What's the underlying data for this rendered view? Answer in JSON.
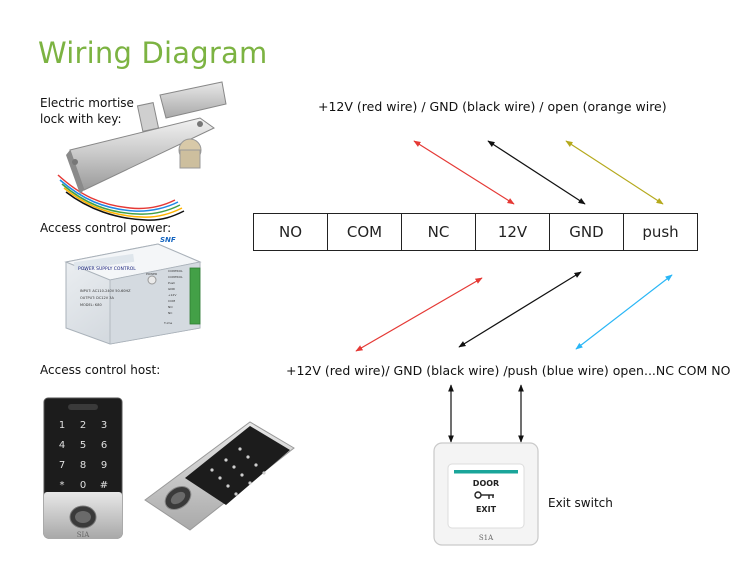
{
  "title": "Wiring Diagram",
  "labels": {
    "lock": "Electric mortise lock with key:",
    "power": "Access control power:",
    "host": "Access control host:",
    "exit_switch": "Exit switch"
  },
  "captions": {
    "top": "+12V (red wire) / GND (black wire) / open (orange wire)",
    "bottom": "+12V (red wire)/ GND (black wire) /push (blue wire) open...NC COM NO"
  },
  "terminals": [
    "NO",
    "COM",
    "NC",
    "12V",
    "GND",
    "push"
  ],
  "power_supply": {
    "brand": "SNF",
    "panel_title": "POWER SUPPLY CONTROL",
    "specs": [
      "INPUT: AC110-240V 50-60HZ",
      "OUTPUT: DC12V 3A",
      "MODEL: K80"
    ],
    "terminal_labels": [
      "CONTROL",
      "CONTROL",
      "Push",
      "GND",
      "+12V",
      "COM",
      "NO",
      "NC"
    ],
    "power_label": "POWER",
    "time_label": "T-ime"
  },
  "keypad": {
    "keys": [
      "1",
      "2",
      "3",
      "4",
      "5",
      "6",
      "7",
      "8",
      "9",
      "*",
      "0",
      "#"
    ],
    "brand": "SIA"
  },
  "exit_button": {
    "line1": "DOOR",
    "line2": "EXIT",
    "brand": "S1A"
  },
  "colors": {
    "title": "#7cb342",
    "red": "#e53935",
    "black": "#111111",
    "olive": "#b5a91c",
    "blue": "#29b6f6",
    "green_terminal": "#43a047"
  }
}
